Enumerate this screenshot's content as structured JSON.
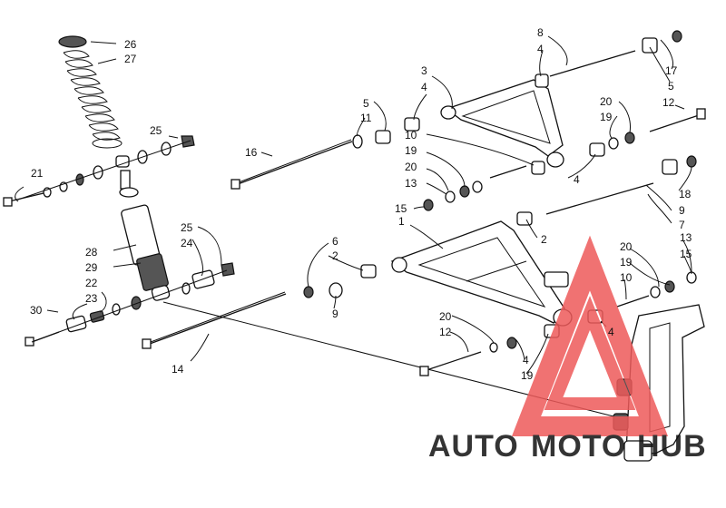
{
  "labels": [
    {
      "id": "26",
      "text": "26"
    },
    {
      "id": "27",
      "text": "27"
    },
    {
      "id": "25a",
      "text": "25"
    },
    {
      "id": "21",
      "text": "21"
    },
    {
      "id": "28",
      "text": "28"
    },
    {
      "id": "29",
      "text": "29"
    },
    {
      "id": "25b",
      "text": "25"
    },
    {
      "id": "24",
      "text": "24"
    },
    {
      "id": "22",
      "text": "22"
    },
    {
      "id": "23",
      "text": "23"
    },
    {
      "id": "30",
      "text": "30"
    },
    {
      "id": "14",
      "text": "14"
    },
    {
      "id": "16",
      "text": "16"
    },
    {
      "id": "5a",
      "text": "5"
    },
    {
      "id": "11",
      "text": "11"
    },
    {
      "id": "3",
      "text": "3"
    },
    {
      "id": "4a",
      "text": "4"
    },
    {
      "id": "8",
      "text": "8"
    },
    {
      "id": "4b",
      "text": "4"
    },
    {
      "id": "17",
      "text": "17"
    },
    {
      "id": "5b",
      "text": "5"
    },
    {
      "id": "12a",
      "text": "12"
    },
    {
      "id": "20a",
      "text": "20"
    },
    {
      "id": "19a",
      "text": "19"
    },
    {
      "id": "10a",
      "text": "10"
    },
    {
      "id": "19b",
      "text": "19"
    },
    {
      "id": "20b",
      "text": "20"
    },
    {
      "id": "13a",
      "text": "13"
    },
    {
      "id": "4c",
      "text": "4"
    },
    {
      "id": "18",
      "text": "18"
    },
    {
      "id": "9a",
      "text": "9"
    },
    {
      "id": "7",
      "text": "7"
    },
    {
      "id": "15a",
      "text": "15"
    },
    {
      "id": "1",
      "text": "1"
    },
    {
      "id": "2a",
      "text": "2"
    },
    {
      "id": "6",
      "text": "6"
    },
    {
      "id": "2b",
      "text": "2"
    },
    {
      "id": "9b",
      "text": "9"
    },
    {
      "id": "20c",
      "text": "20"
    },
    {
      "id": "19c",
      "text": "19"
    },
    {
      "id": "10b",
      "text": "10"
    },
    {
      "id": "13b",
      "text": "13"
    },
    {
      "id": "15b",
      "text": "15"
    },
    {
      "id": "4d",
      "text": "4"
    },
    {
      "id": "20d",
      "text": "20"
    },
    {
      "id": "12b",
      "text": "12"
    },
    {
      "id": "4e",
      "text": "4"
    },
    {
      "id": "19d",
      "text": "19"
    }
  ],
  "watermark": {
    "part1": "AUTO",
    "part2": "MOTO",
    "part3": "HUB",
    "color_orange": "#f5b13d",
    "color_red": "#ee5a5a",
    "color_gray": "#8a8a8a"
  }
}
